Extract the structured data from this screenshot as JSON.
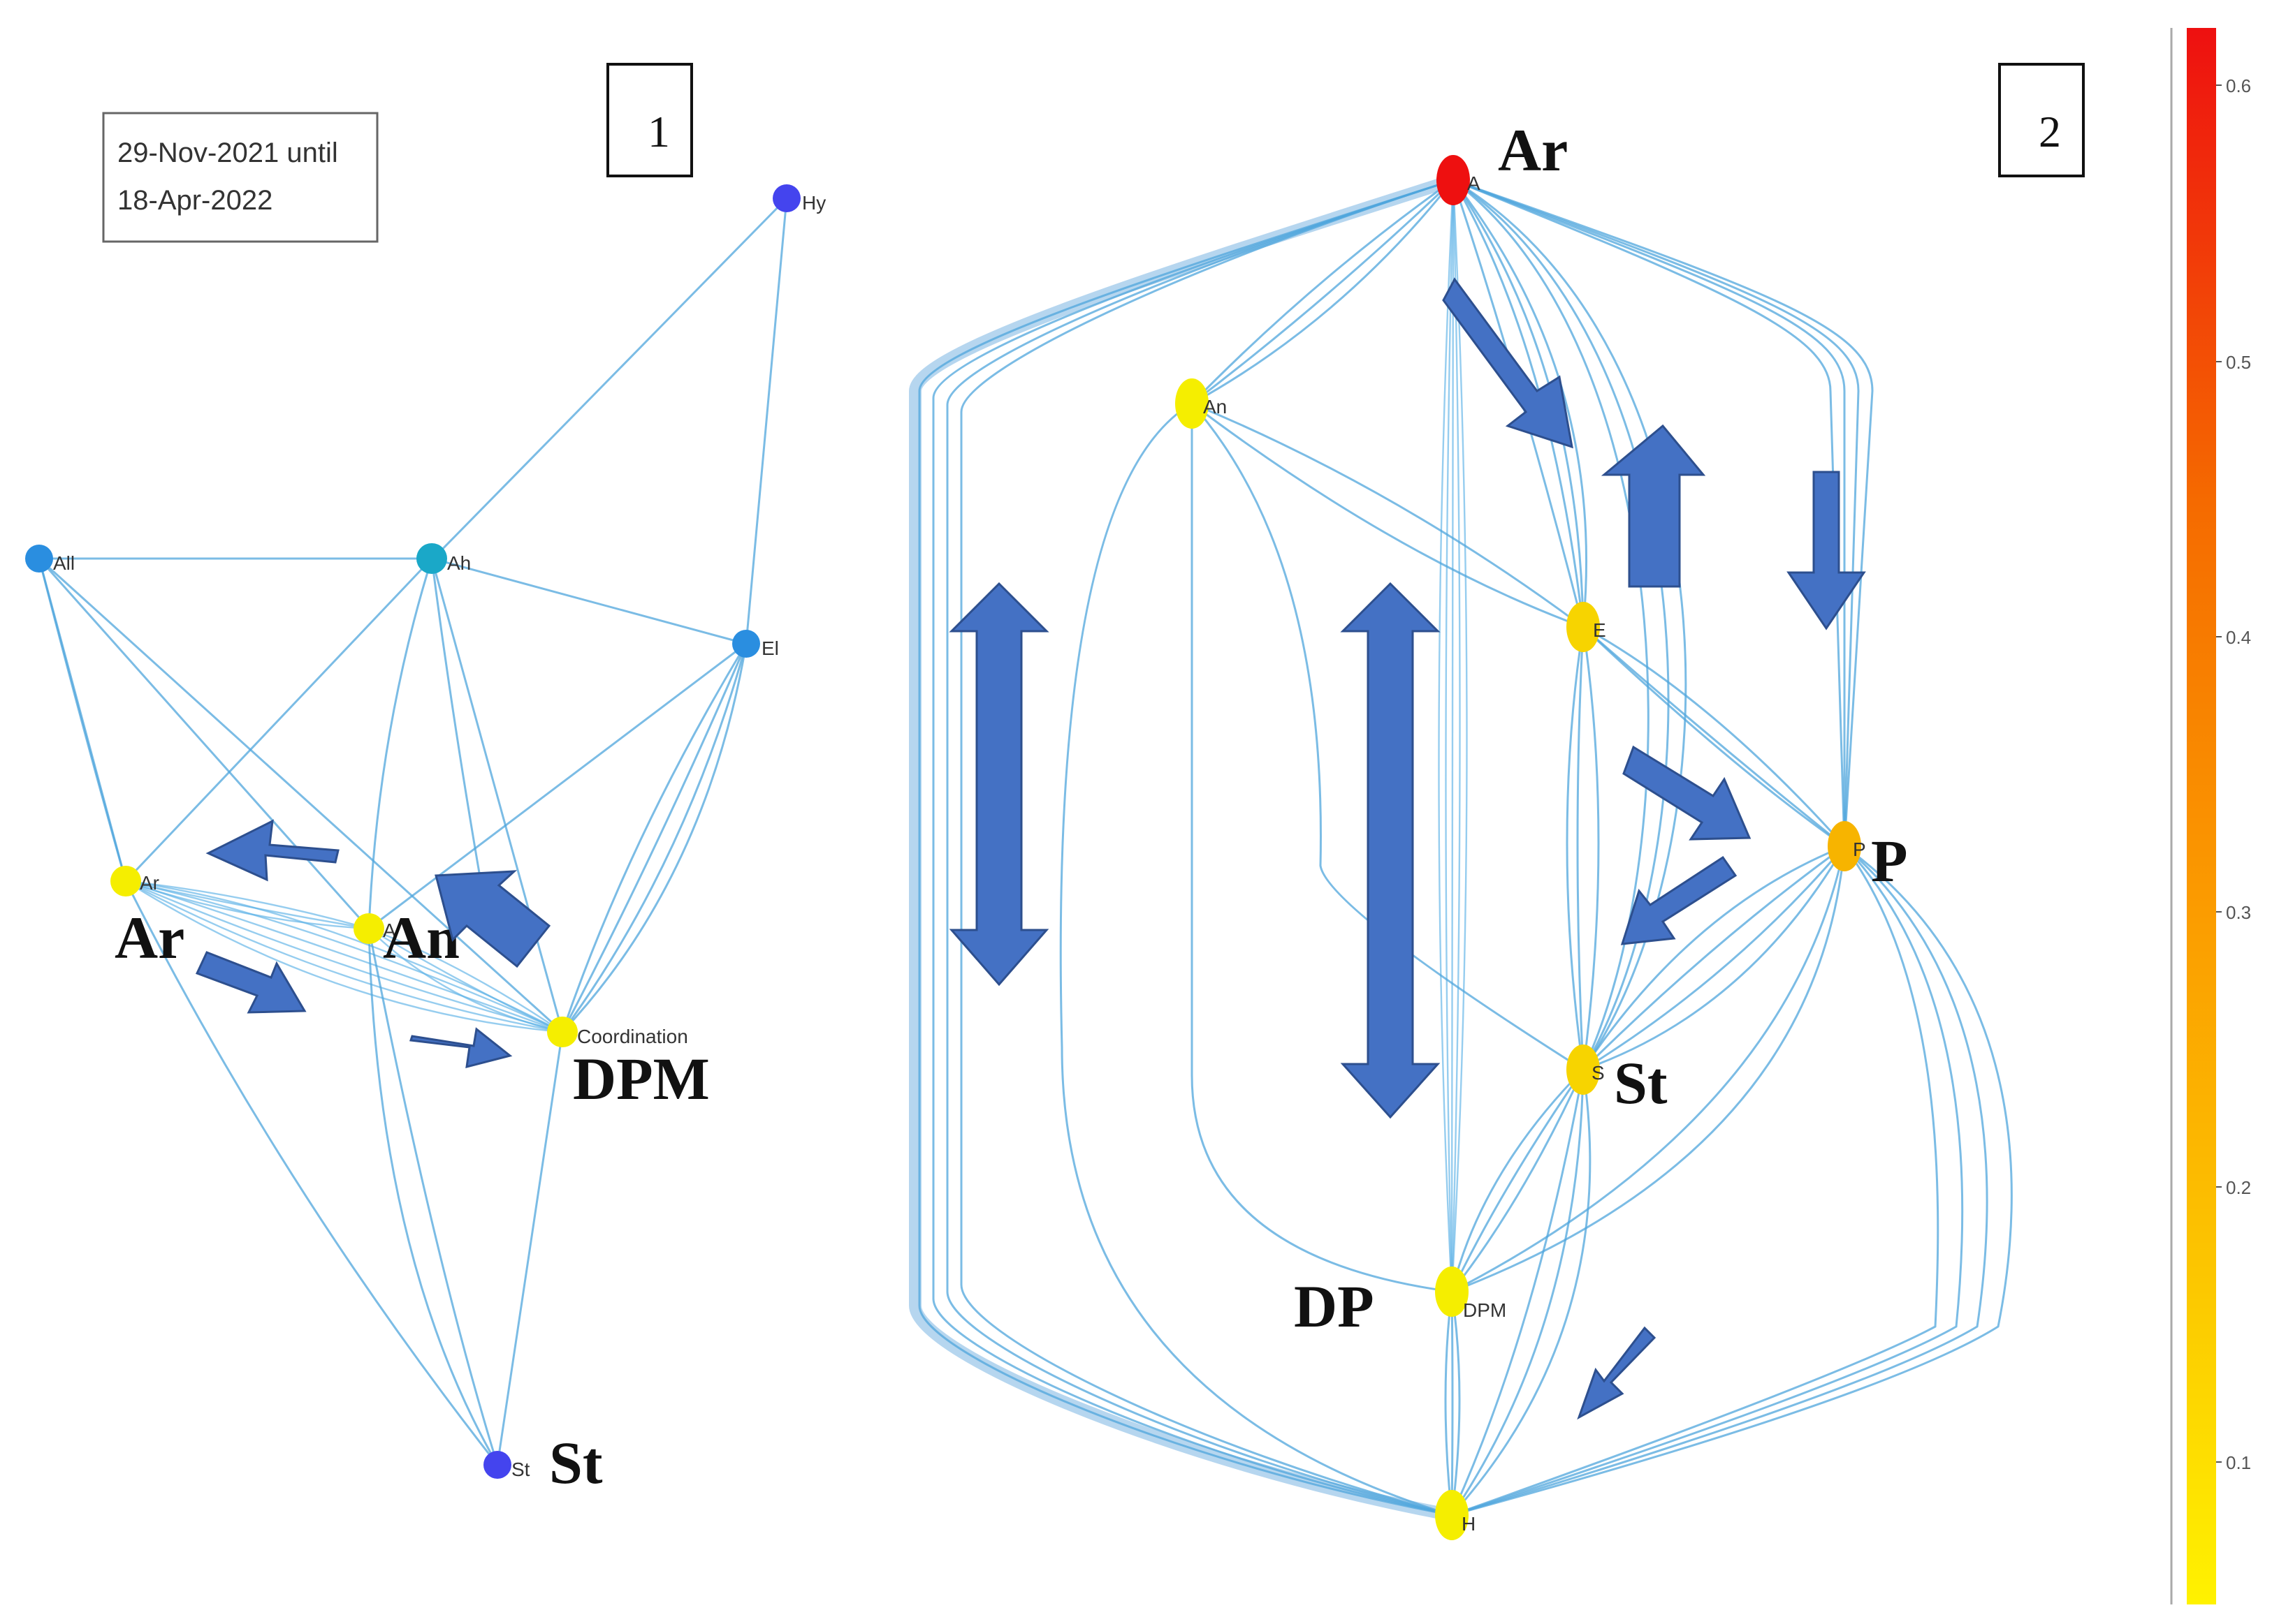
{
  "panel1": {
    "number": "1",
    "date_line1": "29-Nov-2021 until",
    "date_line2": "18-Apr-2022",
    "nodes": [
      {
        "id": "Hy",
        "label": "Hy",
        "color": "#4444ee"
      },
      {
        "id": "All",
        "label": "All",
        "color": "#2a8ee0"
      },
      {
        "id": "Ah",
        "label": "Ah",
        "color": "#1aa8c8"
      },
      {
        "id": "El",
        "label": "El",
        "color": "#2a8ee0"
      },
      {
        "id": "Ar",
        "label": "Ar",
        "color": "#f5ee00"
      },
      {
        "id": "An",
        "label": "A",
        "color": "#f5ee00"
      },
      {
        "id": "Coord",
        "label": "Coordination",
        "color": "#f5ee00"
      },
      {
        "id": "St",
        "label": "St",
        "color": "#4444ee"
      }
    ],
    "big_labels": {
      "ar": "Ar",
      "an": "An",
      "dpm": "DPM",
      "st": "St"
    }
  },
  "panel2": {
    "number": "2",
    "nodes": [
      {
        "id": "Ar",
        "label": "A",
        "color": "#ee1010"
      },
      {
        "id": "An",
        "label": "An",
        "color": "#f5ee00"
      },
      {
        "id": "E",
        "label": "E",
        "color": "#f7d400"
      },
      {
        "id": "P",
        "label": "P",
        "color": "#f7b400"
      },
      {
        "id": "S",
        "label": "S",
        "color": "#f7d400"
      },
      {
        "id": "DPM",
        "label": "DPM",
        "color": "#f5ee00"
      },
      {
        "id": "H",
        "label": "H",
        "color": "#f5ee00"
      }
    ],
    "big_labels": {
      "ar": "Ar",
      "p": "P",
      "st": "St",
      "dp": "DP"
    }
  },
  "colorbar": {
    "ticks": [
      "0.6",
      "0.5",
      "0.4",
      "0.3",
      "0.2",
      "0.1"
    ],
    "stops": [
      "#ee1010",
      "#f56a00",
      "#fb9a00",
      "#fcc200",
      "#fde000",
      "#fff200"
    ]
  },
  "colors": {
    "edge": "#4fa6dc",
    "arrow": "#4471c4"
  }
}
